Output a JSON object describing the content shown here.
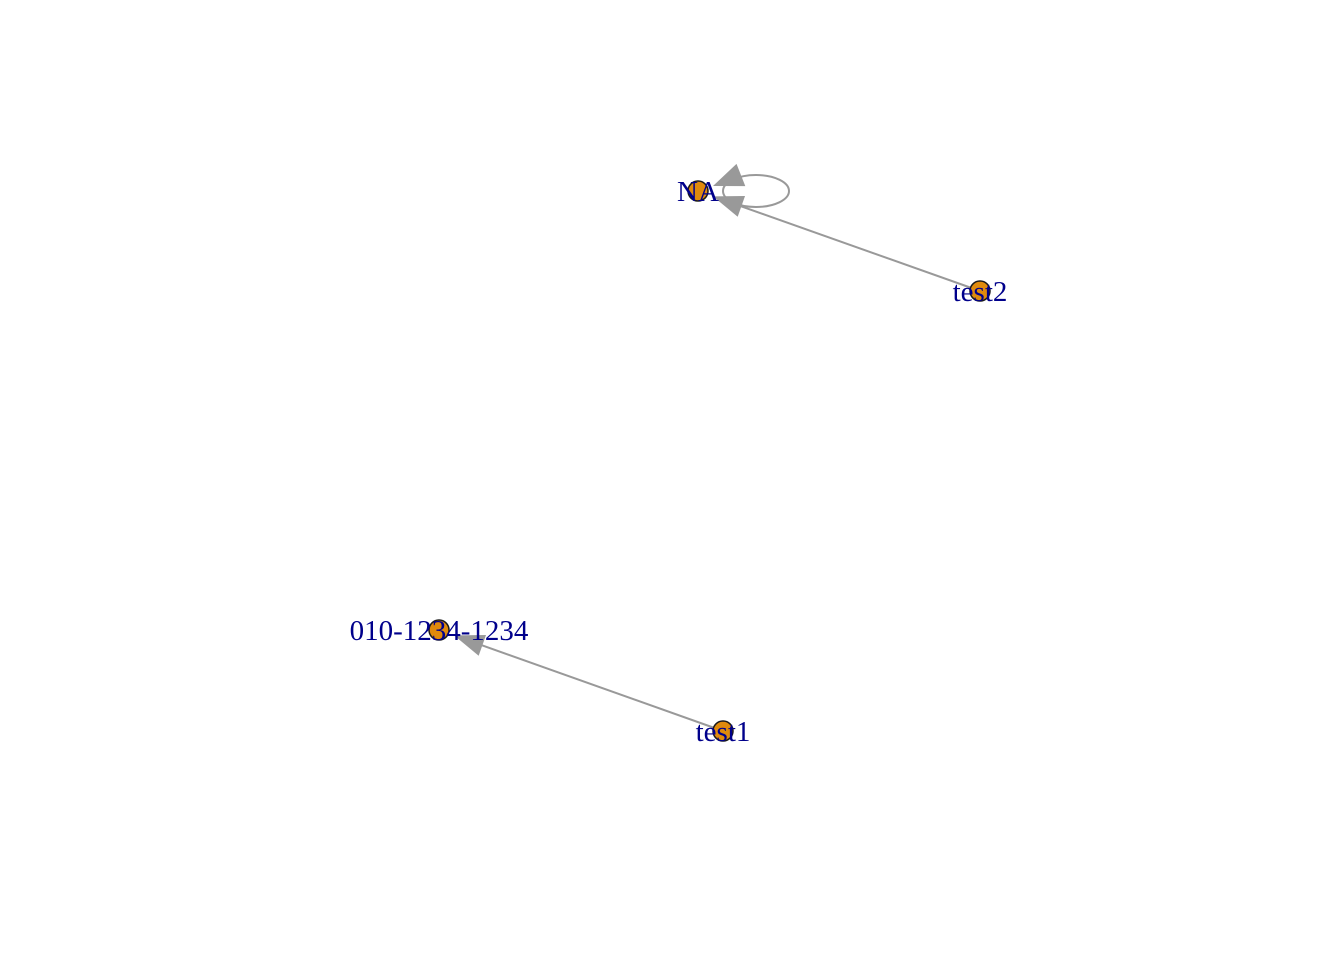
{
  "graph": {
    "node_color": "#e08a0c",
    "node_border_color": "#1a1a1a",
    "label_color": "#00008b",
    "edge_color": "#999999",
    "nodes": [
      {
        "id": "na",
        "label": "NA"
      },
      {
        "id": "test2",
        "label": "test2"
      },
      {
        "id": "phone",
        "label": "010-1234-1234"
      },
      {
        "id": "test1",
        "label": "test1"
      }
    ],
    "edges": [
      {
        "from": "na",
        "to": "na",
        "directed": true
      },
      {
        "from": "test2",
        "to": "na",
        "directed": true
      },
      {
        "from": "test1",
        "to": "phone",
        "directed": true
      }
    ]
  }
}
